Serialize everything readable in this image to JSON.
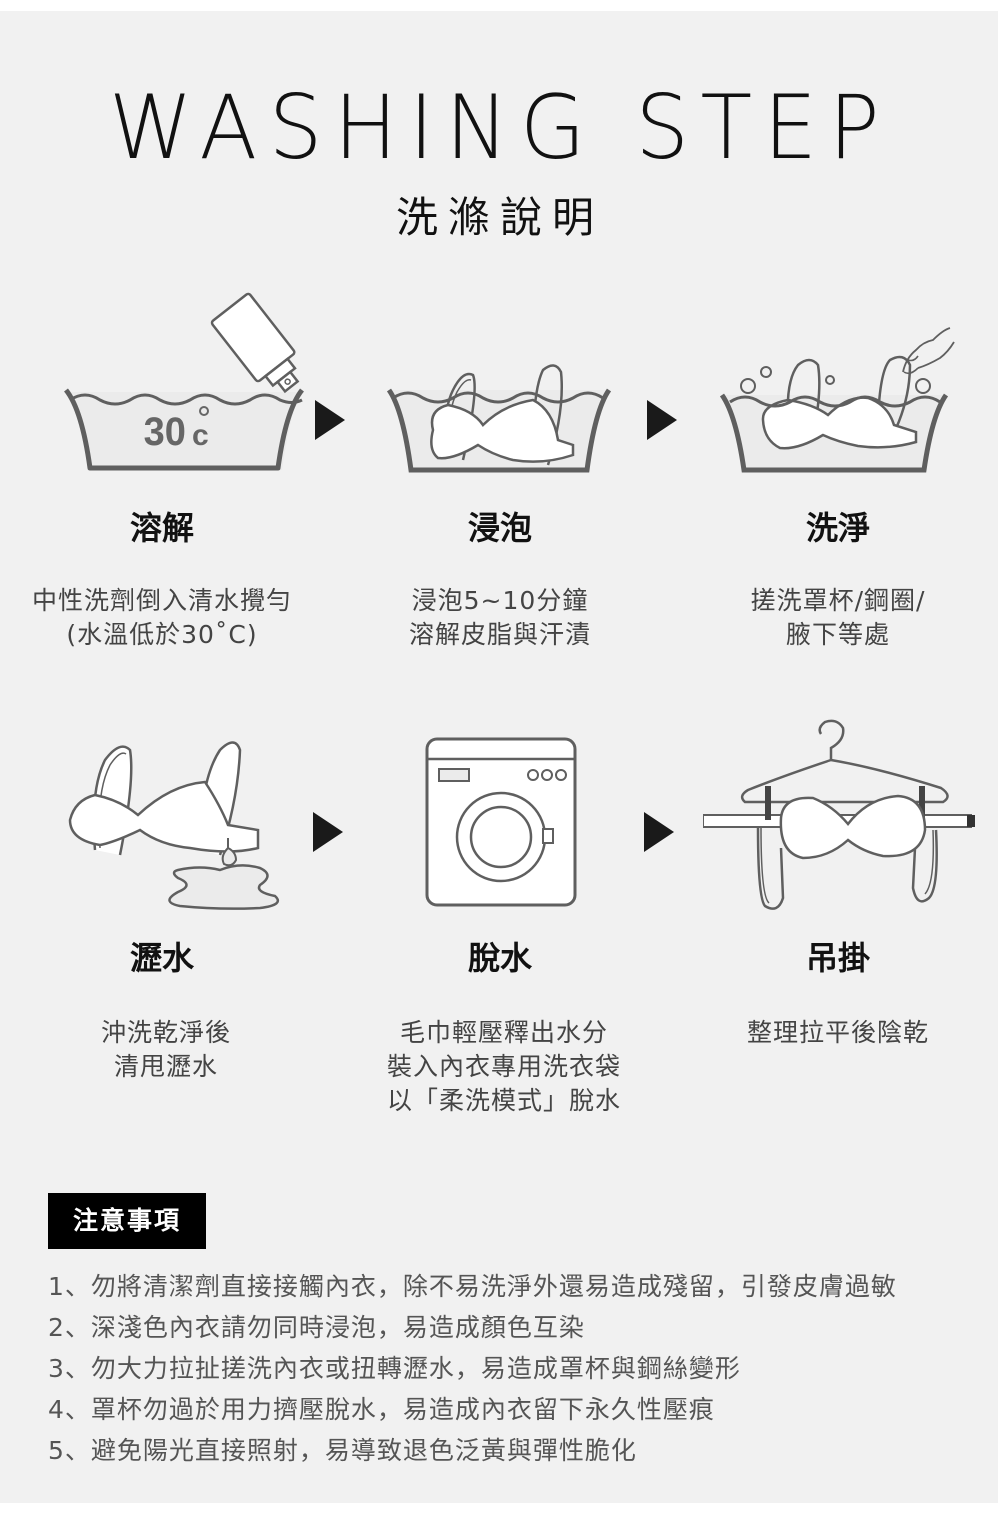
{
  "header": {
    "title": "WASHING STEP",
    "subtitle": "洗滌說明"
  },
  "steps": [
    {
      "title": "溶解",
      "lines": [
        "中性洗劑倒入清水攪勻",
        "(水溫低於30˚C)"
      ],
      "icon": "basin-detergent-icon",
      "icon_label": "30˚C"
    },
    {
      "title": "浸泡",
      "lines": [
        "浸泡5~10分鐘",
        "溶解皮脂與汗漬"
      ],
      "icon": "basin-soak-bra-icon"
    },
    {
      "title": "洗淨",
      "lines": [
        "搓洗罩杯/鋼圈/",
        "腋下等處"
      ],
      "icon": "basin-handwash-icon"
    },
    {
      "title": "瀝水",
      "lines": [
        "沖洗乾淨後",
        "清甩瀝水"
      ],
      "icon": "dripping-bra-icon"
    },
    {
      "title": "脫水",
      "lines": [
        "毛巾輕壓釋出水分",
        "裝入內衣專用洗衣袋",
        "以「柔洗模式」脫水"
      ],
      "icon": "washing-machine-icon"
    },
    {
      "title": "吊掛",
      "lines": [
        "整理拉平後陰乾"
      ],
      "icon": "hanger-bra-icon"
    }
  ],
  "notice": {
    "label": "注意事項",
    "items": [
      "1、勿將清潔劑直接接觸內衣，除不易洗淨外還易造成殘留，引發皮膚過敏",
      "2、深淺色內衣請勿同時浸泡，易造成顏色互染",
      "3、勿大力拉扯搓洗內衣或扭轉瀝水，易造成罩杯與鋼絲變形",
      "4、罩杯勿過於用力擠壓脫水，易造成內衣留下永久性壓痕",
      "5、避免陽光直接照射，易導致退色泛黃與彈性脆化"
    ]
  },
  "colors": {
    "background": "#f1f1f1",
    "icon_stroke": "#5f5f5f",
    "arrow": "#1a1a1a",
    "badge_bg": "#000000"
  }
}
